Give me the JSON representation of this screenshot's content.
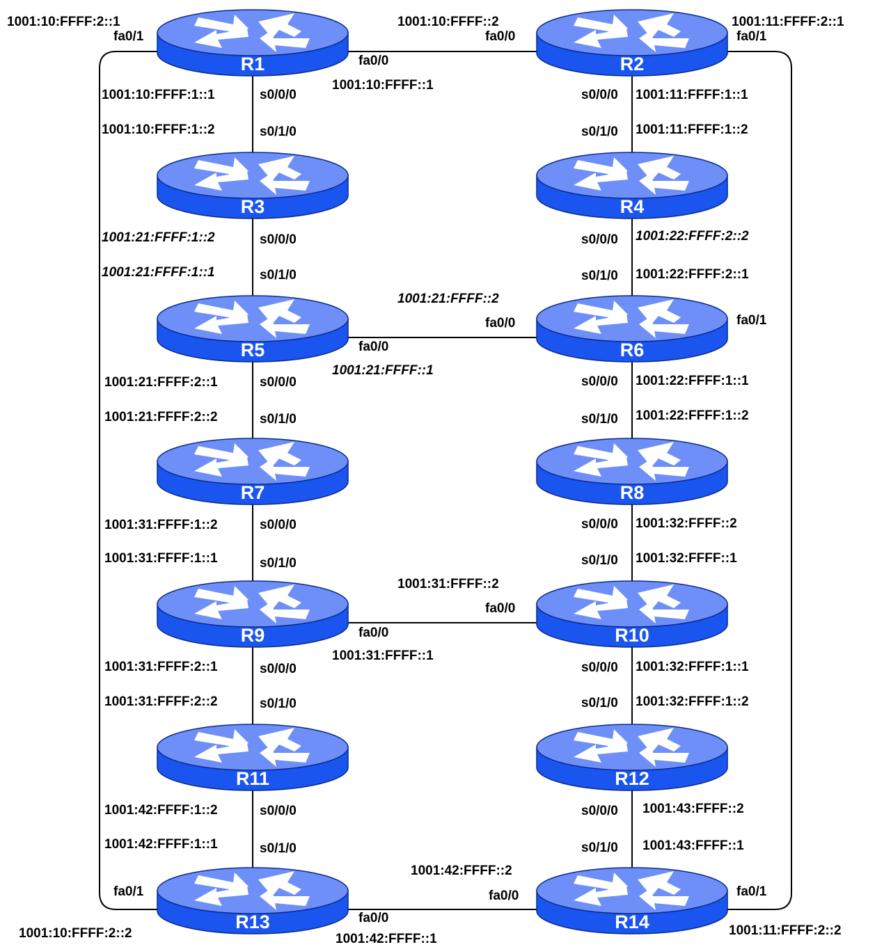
{
  "colors": {
    "router_top": "#6e8ff7",
    "router_side": "#1a55f0",
    "router_edge": "#0a2a8a",
    "arrow": "#ffffff",
    "link": "#000000"
  },
  "routers": [
    {
      "id": "R1",
      "name": "R1"
    },
    {
      "id": "R2",
      "name": "R2"
    },
    {
      "id": "R3",
      "name": "R3"
    },
    {
      "id": "R4",
      "name": "R4"
    },
    {
      "id": "R5",
      "name": "R5"
    },
    {
      "id": "R6",
      "name": "R6"
    },
    {
      "id": "R7",
      "name": "R7"
    },
    {
      "id": "R8",
      "name": "R8"
    },
    {
      "id": "R9",
      "name": "R9"
    },
    {
      "id": "R10",
      "name": "R10"
    },
    {
      "id": "R11",
      "name": "R11"
    },
    {
      "id": "R12",
      "name": "R12"
    },
    {
      "id": "R13",
      "name": "R13"
    },
    {
      "id": "R14",
      "name": "R14"
    }
  ],
  "links": [
    {
      "from": "R1",
      "to": "R2"
    },
    {
      "from": "R1",
      "to": "R3"
    },
    {
      "from": "R2",
      "to": "R4"
    },
    {
      "from": "R3",
      "to": "R5"
    },
    {
      "from": "R4",
      "to": "R6"
    },
    {
      "from": "R5",
      "to": "R6"
    },
    {
      "from": "R5",
      "to": "R7"
    },
    {
      "from": "R6",
      "to": "R8"
    },
    {
      "from": "R7",
      "to": "R9"
    },
    {
      "from": "R8",
      "to": "R10"
    },
    {
      "from": "R9",
      "to": "R10"
    },
    {
      "from": "R9",
      "to": "R11"
    },
    {
      "from": "R10",
      "to": "R12"
    },
    {
      "from": "R11",
      "to": "R13"
    },
    {
      "from": "R12",
      "to": "R14"
    },
    {
      "from": "R13",
      "to": "R14"
    },
    {
      "from": "R1",
      "to": "R13"
    },
    {
      "from": "R2",
      "to": "R14"
    }
  ],
  "labels": {
    "r1_fa01_addr": "1001:10:FFFF:2::1",
    "r1_fa01": "fa0/1",
    "r1_fa00": "fa0/0",
    "r1_fa00_addr": "1001:10:FFFF::1",
    "r1_s000_addr": "1001:10:FFFF:1::1",
    "r1_s000": "s0/0/0",
    "r2_fa00_addr": "1001:10:FFFF::2",
    "r2_fa00": "fa0/0",
    "r2_fa01_addr": "1001:11:FFFF:2::1",
    "r2_fa01": "fa0/1",
    "r2_s000": "s0/0/0",
    "r2_s000_addr": "1001:11:FFFF:1::1",
    "r3_s010_addr": "1001:10:FFFF:1::2",
    "r3_s010": "s0/1/0",
    "r3_s000_addr": "1001:21:FFFF:1::2",
    "r3_s000": "s0/0/0",
    "r4_s010": "s0/1/0",
    "r4_s010_addr": "1001:11:FFFF:1::2",
    "r4_s000": "s0/0/0",
    "r4_s000_addr": "1001:22:FFFF:2::2",
    "r5_s010_addr": "1001:21:FFFF:1::1",
    "r5_s010": "s0/1/0",
    "r5_fa00": "fa0/0",
    "r5_fa00_addr": "1001:21:FFFF::1",
    "r5_s000_addr": "1001:21:FFFF:2::1",
    "r5_s000": "s0/0/0",
    "r6_s010": "s0/1/0",
    "r6_s010_addr": "1001:22:FFFF:2::1",
    "r6_fa00_addr": "1001:21:FFFF::2",
    "r6_fa00": "fa0/0",
    "r6_fa01": "fa0/1",
    "r6_s000": "s0/0/0",
    "r6_s000_addr": "1001:22:FFFF:1::1",
    "r7_s010_addr": "1001:21:FFFF:2::2",
    "r7_s010": "s0/1/0",
    "r7_s000_addr": "1001:31:FFFF:1::2",
    "r7_s000": "s0/0/0",
    "r8_s010": "s0/1/0",
    "r8_s010_addr": "1001:22:FFFF:1::2",
    "r8_s000": "s0/0/0",
    "r8_s000_addr": "1001:32:FFFF::2",
    "r9_s010_addr": "1001:31:FFFF:1::1",
    "r9_s010": "s0/1/0",
    "r9_fa00": "fa0/0",
    "r9_fa00_addr": "1001:31:FFFF::1",
    "r9_s000_addr": "1001:31:FFFF:2::1",
    "r9_s000": "s0/0/0",
    "r10_s010": "s0/1/0",
    "r10_s010_addr": "1001:32:FFFF::1",
    "r10_fa00_addr": "1001:31:FFFF::2",
    "r10_fa00": "fa0/0",
    "r10_s000": "s0/0/0",
    "r10_s000_addr": "1001:32:FFFF:1::1",
    "r11_s010_addr": "1001:31:FFFF:2::2",
    "r11_s010": "s0/1/0",
    "r11_s000_addr": "1001:42:FFFF:1::2",
    "r11_s000": "s0/0/0",
    "r12_s010": "s0/1/0",
    "r12_s010_addr": "1001:32:FFFF:1::2",
    "r12_s000": "s0/0/0",
    "r12_s000_addr": "1001:43:FFFF::2",
    "r13_s010_addr": "1001:42:FFFF:1::1",
    "r13_s010": "s0/1/0",
    "r13_fa01": "fa0/1",
    "r13_fa01_addr": "1001:10:FFFF:2::2",
    "r13_fa00": "fa0/0",
    "r13_fa00_addr": "1001:42:FFFF::1",
    "r14_s010": "s0/1/0",
    "r14_s010_addr": "1001:43:FFFF::1",
    "r14_fa00_addr": "1001:42:FFFF::2",
    "r14_fa00": "fa0/0",
    "r14_fa01": "fa0/1",
    "r14_fa01_addr": "1001:11:FFFF:2::2"
  }
}
